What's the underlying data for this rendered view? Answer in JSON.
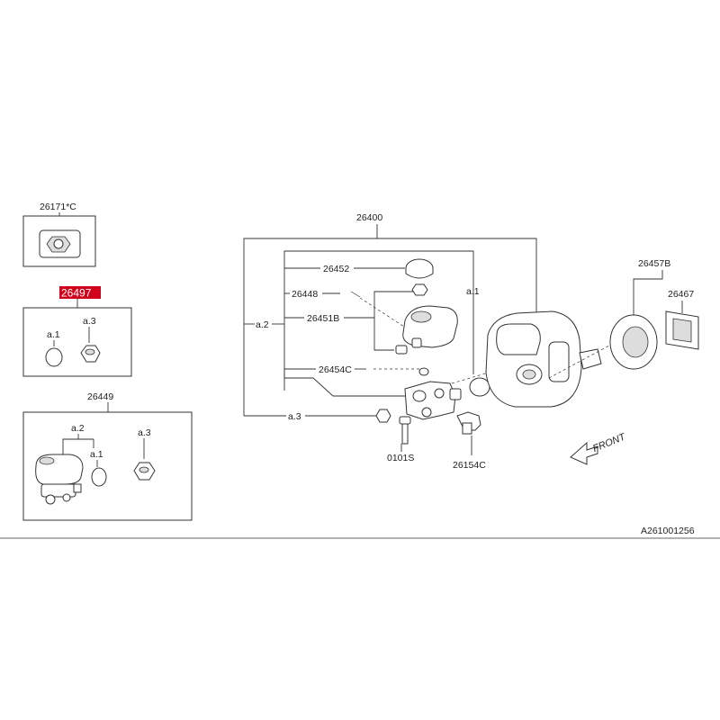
{
  "highlight_color": "#d0021b",
  "sidebar": {
    "box1_part": "26171*C",
    "box2_part": "26497",
    "box2_item_a1": "a.1",
    "box2_item_a3": "a.3",
    "box3_part": "26449",
    "box3_item_a2": "a.2",
    "box3_item_a1": "a.1",
    "box3_item_a3": "a.3"
  },
  "main": {
    "assembly": "26400",
    "p_26452": "26452",
    "p_26448": "26448",
    "p_26451B": "26451B",
    "p_26454C": "26454C",
    "ref_a1": "a.1",
    "ref_a2": "a.2",
    "ref_a3": "a.3",
    "p_0101S": "0101S",
    "p_26154C": "26154C",
    "p_26457B": "26457B",
    "p_26467": "26467",
    "front_label": "FRONT"
  },
  "diagram_id": "A261001256"
}
